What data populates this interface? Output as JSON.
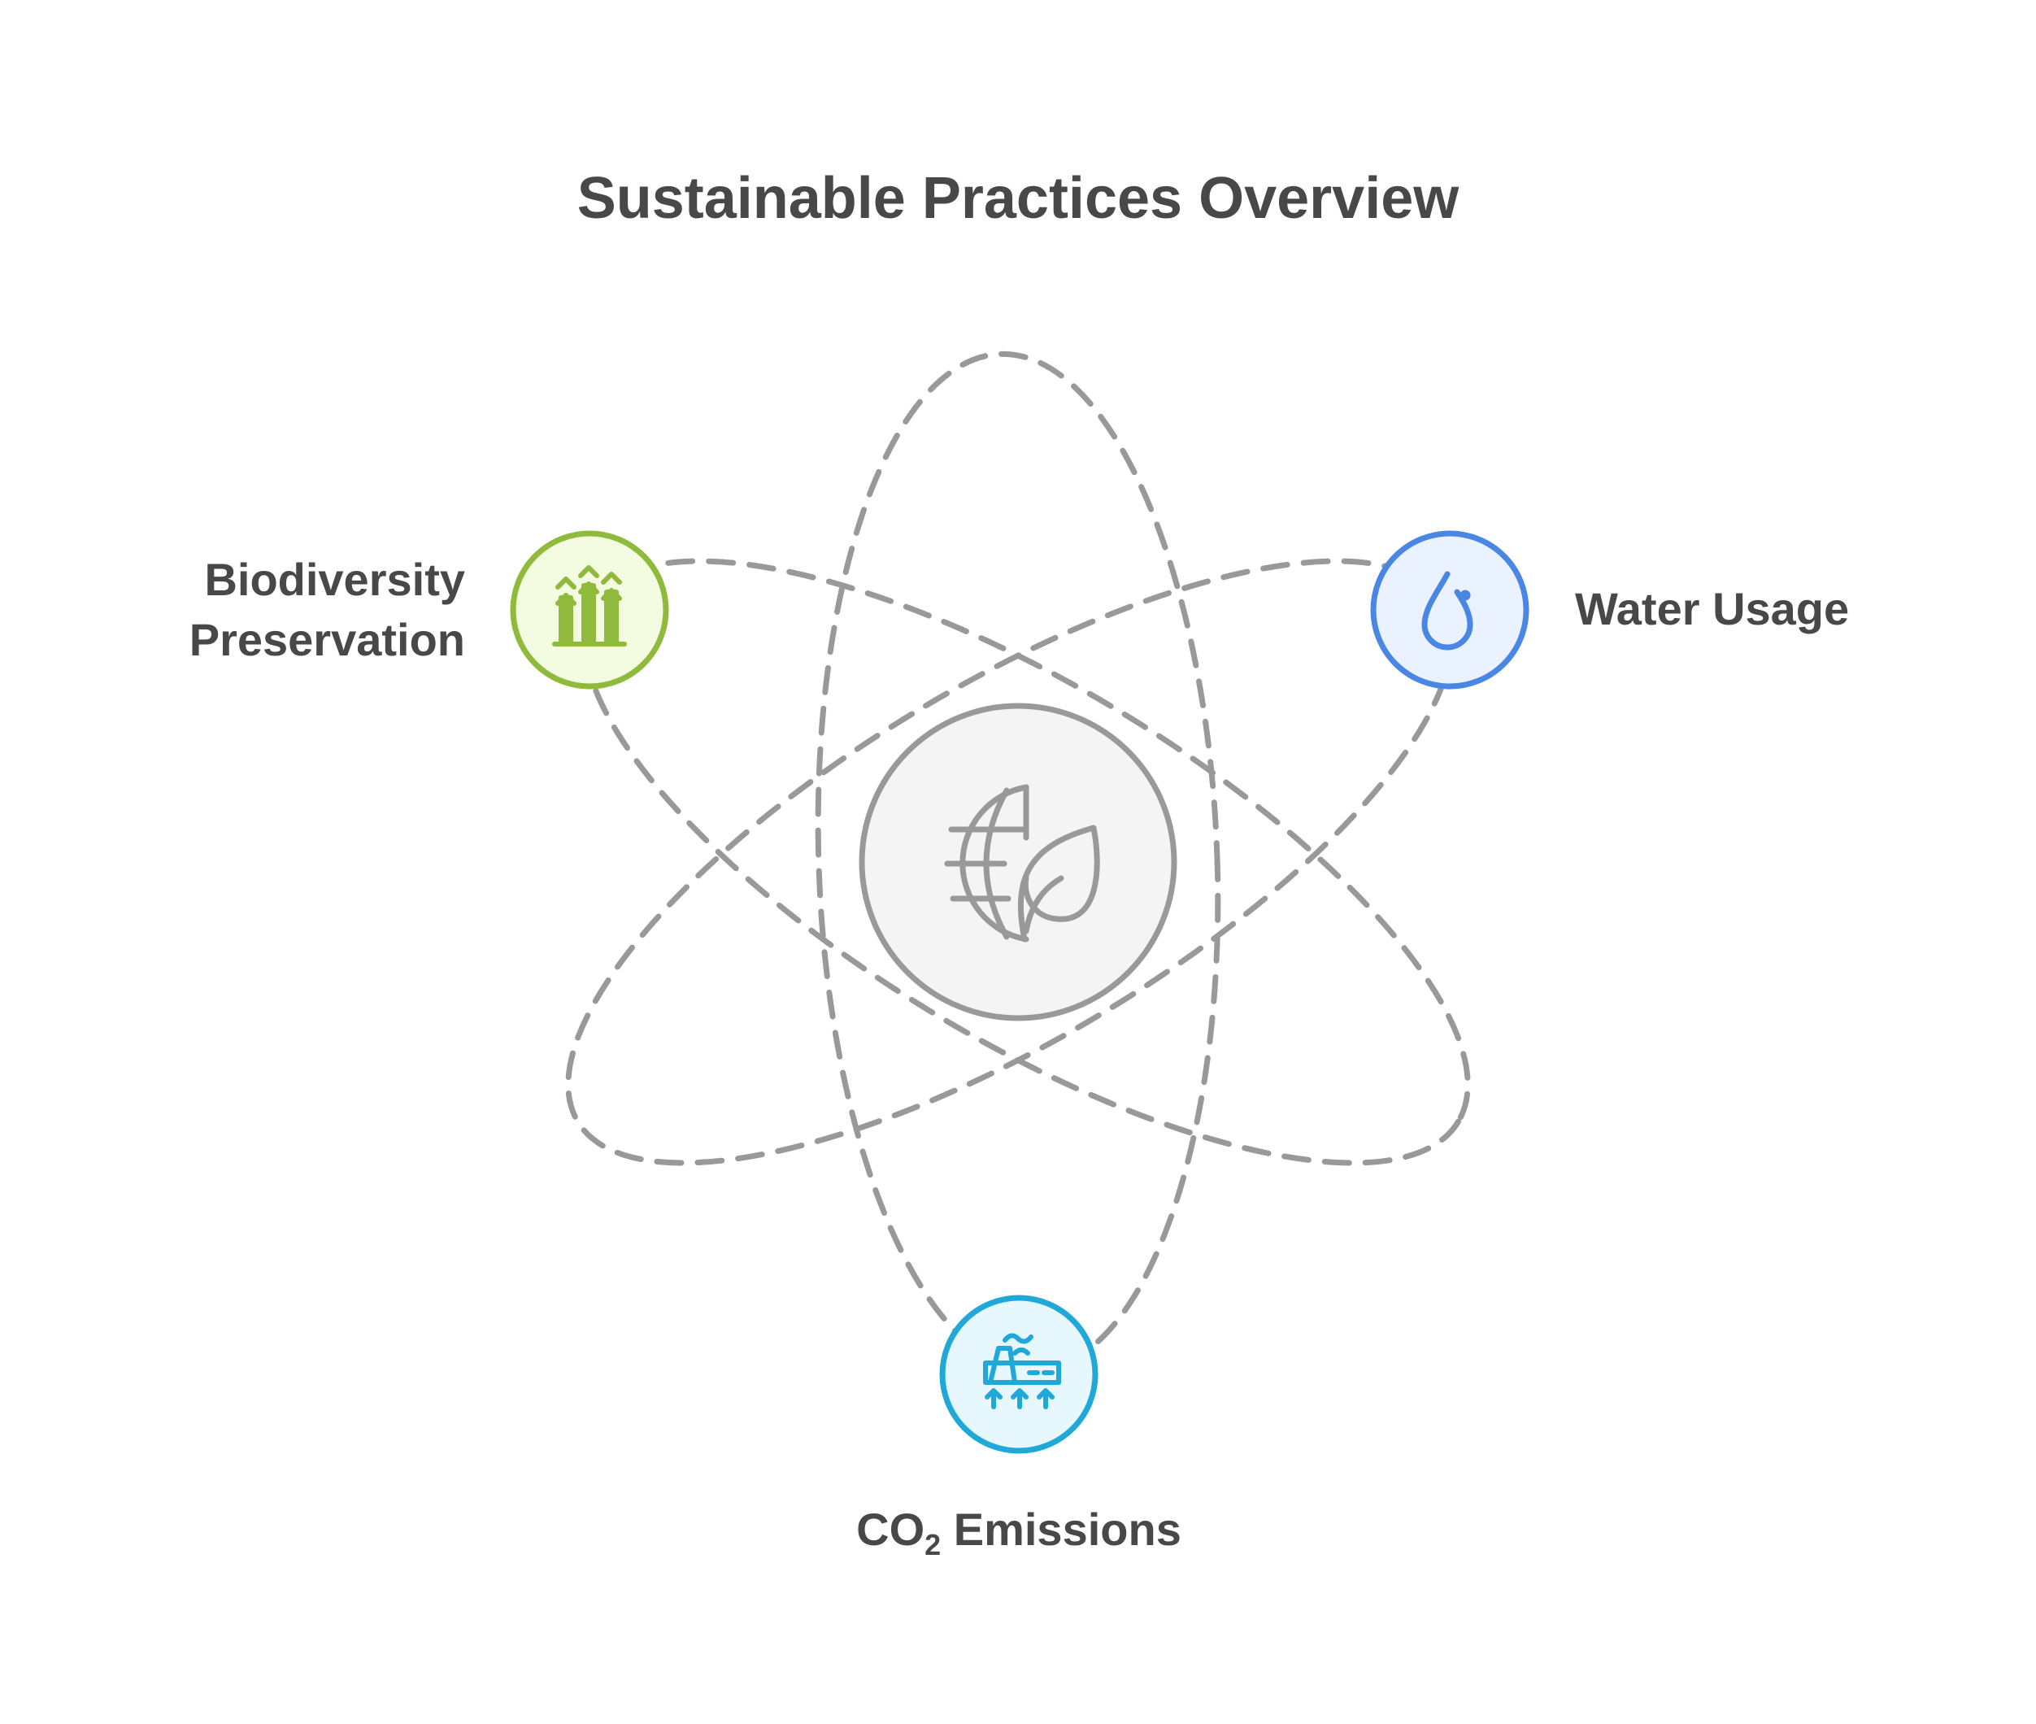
{
  "title": "Sustainable Practices Overview",
  "center": {
    "icon": "globe-leaf-icon",
    "fill": "#f4f4f4",
    "stroke": "#999999"
  },
  "nodes": [
    {
      "id": "biodiversity",
      "label_line1": "Biodiversity",
      "label_line2": "Preservation",
      "icon": "forest-icon",
      "fill": "#f3fbe1",
      "stroke": "#8fba3c",
      "icon_color": "#8fba3c"
    },
    {
      "id": "water",
      "label": "Water Usage",
      "icon": "water-drop-icon",
      "fill": "#eaf2ff",
      "stroke": "#4a86e4",
      "icon_color": "#4a86e4"
    },
    {
      "id": "co2",
      "label_main": "CO",
      "label_sub": "2",
      "label_rest": " Emissions",
      "icon": "factory-emissions-icon",
      "fill": "#e6f8fd",
      "stroke": "#1fa8d8",
      "icon_color": "#1fa8d8"
    }
  ],
  "colors": {
    "text": "#484848",
    "orbit": "#999999"
  }
}
